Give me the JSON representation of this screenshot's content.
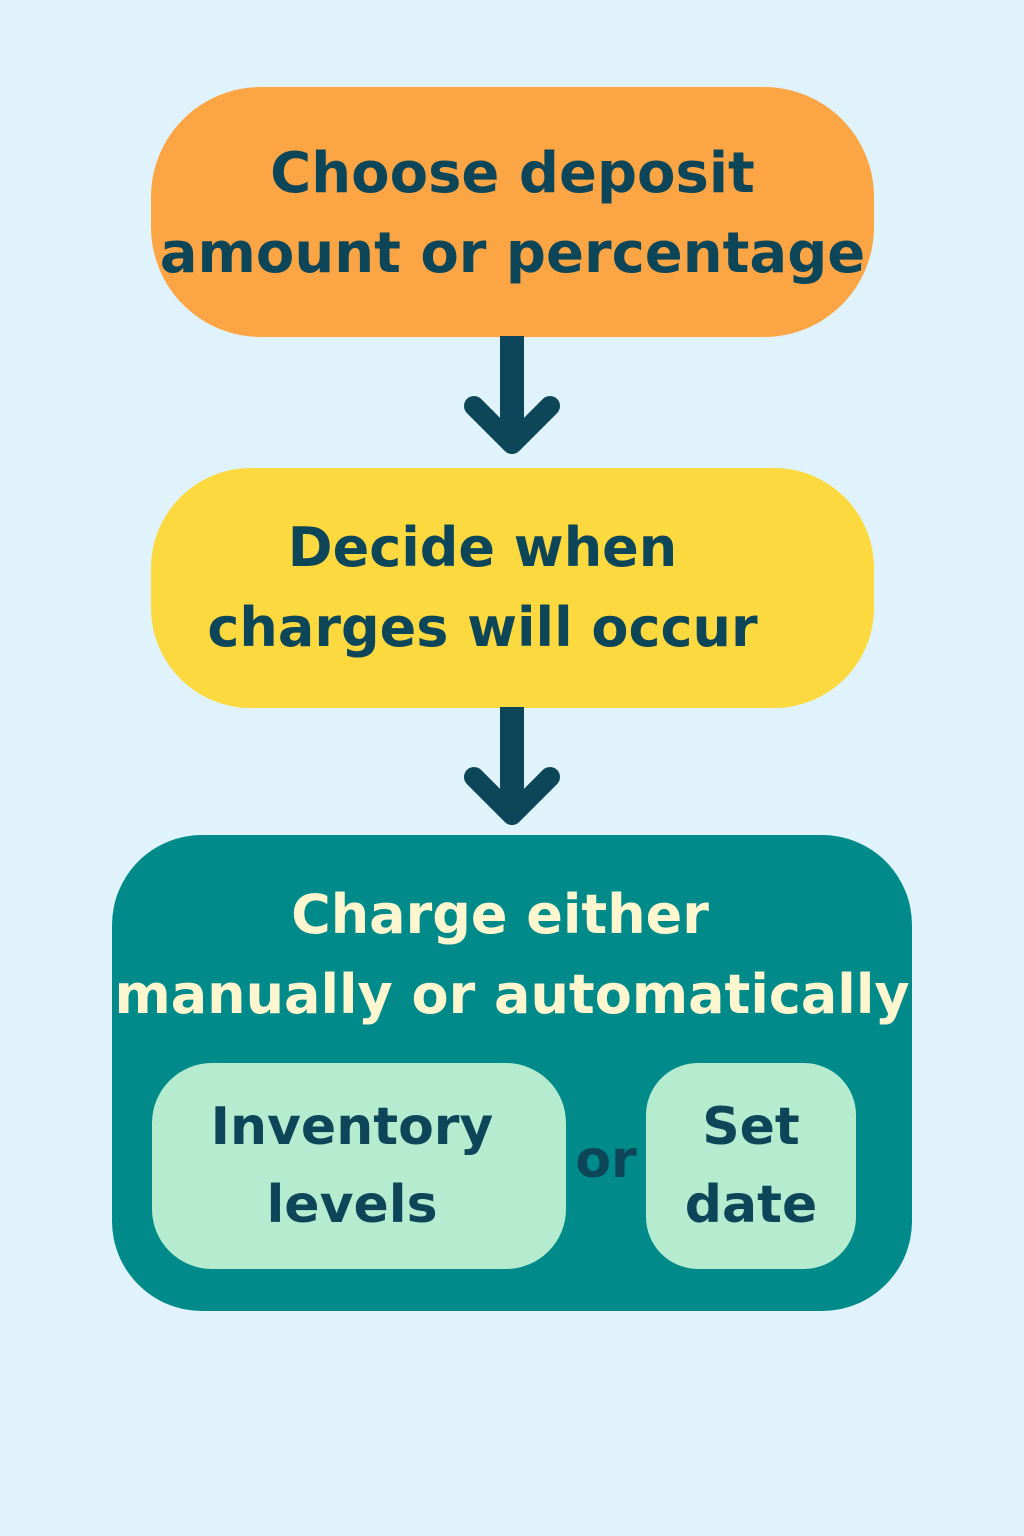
{
  "flowchart": {
    "step1": {
      "lines": [
        "Choose deposit",
        "amount or percentage"
      ]
    },
    "step2": {
      "lines": [
        "Decide when",
        "charges will occur"
      ]
    },
    "step3": {
      "lines": [
        "Charge either",
        "manually or automatically"
      ],
      "options": [
        {
          "lines": [
            "Inventory",
            "levels"
          ]
        },
        {
          "lines": [
            "Set",
            "date"
          ]
        }
      ],
      "connector": "or"
    }
  },
  "colors": {
    "background": "#e0f3fb",
    "step1_fill": "#fba545",
    "step2_fill": "#fcd93e",
    "step3_fill": "#018a8a",
    "option_fill": "#b5eccf",
    "dark_text": "#0d4659",
    "light_text": "#fdf6cf",
    "arrow": "#0d4659"
  }
}
